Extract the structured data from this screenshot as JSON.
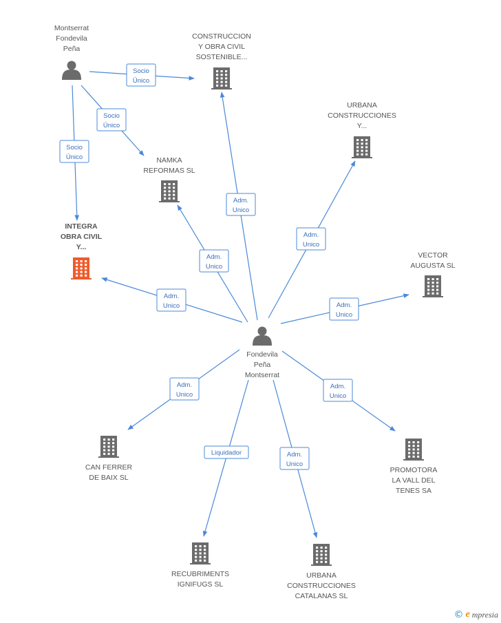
{
  "colors": {
    "edge": "#4a88d8",
    "icon": "#6b6b6b",
    "focus_icon": "#f05a2a",
    "label": "#555555"
  },
  "nodes": [
    {
      "id": "montserrat",
      "type": "person",
      "lines": [
        "Montserrat",
        "Fondevila",
        "Peña"
      ],
      "icon": "person-icon"
    },
    {
      "id": "construccion",
      "type": "company",
      "lines": [
        "CONSTRUCCION",
        "Y OBRA CIVIL",
        "SOSTENIBLE..."
      ],
      "icon": "building-icon"
    },
    {
      "id": "urbana1",
      "type": "company",
      "lines": [
        "URBANA",
        "CONSTRUCCIONES",
        "Y..."
      ],
      "icon": "building-icon"
    },
    {
      "id": "namka",
      "type": "company",
      "lines": [
        "NAMKA",
        "REFORMAS SL"
      ],
      "icon": "building-icon"
    },
    {
      "id": "integra",
      "type": "company",
      "focus": true,
      "lines": [
        "INTEGRA",
        "OBRA CIVIL",
        "Y..."
      ],
      "icon": "building-icon"
    },
    {
      "id": "vector",
      "type": "company",
      "lines": [
        "VECTOR",
        "AUGUSTA  SL"
      ],
      "icon": "building-icon"
    },
    {
      "id": "fondevila",
      "type": "person",
      "lines": [
        "Fondevila",
        "Peña",
        "Montserrat"
      ],
      "icon": "person-icon"
    },
    {
      "id": "canferrer",
      "type": "company",
      "lines": [
        "CAN FERRER",
        "DE BAIX SL"
      ],
      "icon": "building-icon"
    },
    {
      "id": "promotora",
      "type": "company",
      "lines": [
        "PROMOTORA",
        "LA VALL DEL",
        "TENES SA"
      ],
      "icon": "building-icon"
    },
    {
      "id": "recubriments",
      "type": "company",
      "lines": [
        "RECUBRIMENTS",
        "IGNIFUGS  SL"
      ],
      "icon": "building-icon"
    },
    {
      "id": "urbana2",
      "type": "company",
      "lines": [
        "URBANA",
        "CONSTRUCCIONES",
        "CATALANAS SL"
      ],
      "icon": "building-icon"
    }
  ],
  "edges": [
    {
      "from": "montserrat",
      "to": "construccion",
      "label": [
        "Socio",
        "Único"
      ]
    },
    {
      "from": "montserrat",
      "to": "namka",
      "label": [
        "Socio",
        "Único"
      ]
    },
    {
      "from": "montserrat",
      "to": "integra",
      "label": [
        "Socio",
        "Único"
      ]
    },
    {
      "from": "fondevila",
      "to": "construccion",
      "label": [
        "Adm.",
        "Unico"
      ]
    },
    {
      "from": "fondevila",
      "to": "urbana1",
      "label": [
        "Adm.",
        "Unico"
      ]
    },
    {
      "from": "fondevila",
      "to": "namka",
      "label": [
        "Adm.",
        "Unico"
      ]
    },
    {
      "from": "fondevila",
      "to": "integra",
      "label": [
        "Adm.",
        "Unico"
      ]
    },
    {
      "from": "fondevila",
      "to": "vector",
      "label": [
        "Adm.",
        "Unico"
      ]
    },
    {
      "from": "fondevila",
      "to": "canferrer",
      "label": [
        "Adm.",
        "Unico"
      ]
    },
    {
      "from": "fondevila",
      "to": "promotora",
      "label": [
        "Adm.",
        "Unico"
      ]
    },
    {
      "from": "fondevila",
      "to": "recubriments",
      "label": [
        "Liquidador"
      ]
    },
    {
      "from": "fondevila",
      "to": "urbana2",
      "label": [
        "Adm.",
        "Unico"
      ]
    }
  ],
  "brand": {
    "copyright": "©",
    "initial": "e",
    "rest": "mpresia"
  }
}
